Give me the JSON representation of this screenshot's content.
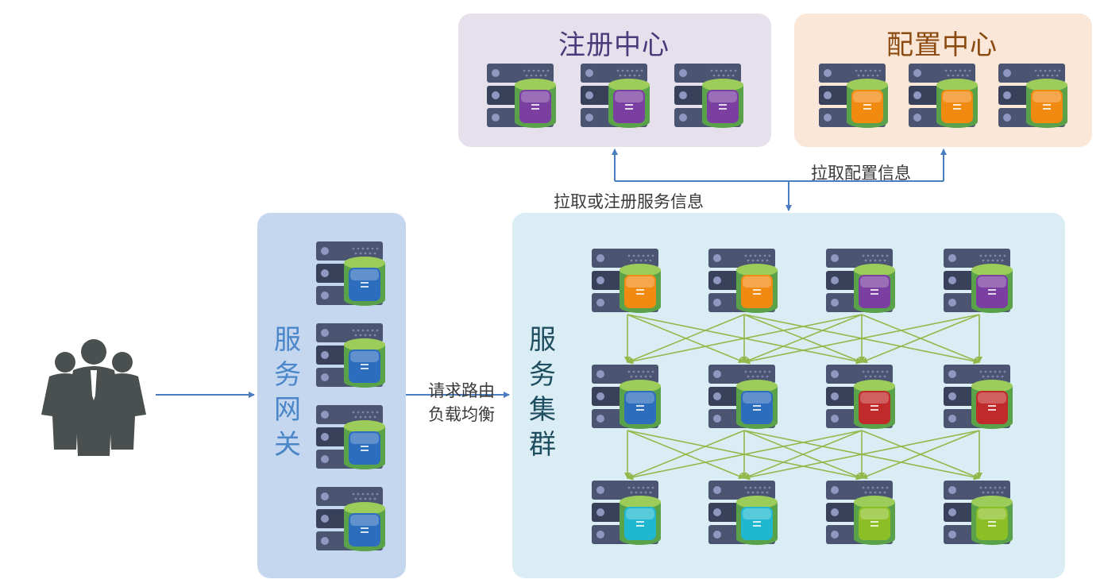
{
  "registry": {
    "title": "注册中心",
    "color": "#4a3a7a",
    "servers": [
      {
        "c": "purple"
      },
      {
        "c": "purple"
      },
      {
        "c": "purple"
      }
    ]
  },
  "config_center": {
    "title": "配置中心",
    "color": "#8a4a10",
    "servers": [
      {
        "c": "orange"
      },
      {
        "c": "orange"
      },
      {
        "c": "orange"
      }
    ]
  },
  "gateway": {
    "title": "服务网关",
    "color": "#4a86c8",
    "servers": [
      {
        "c": "blue"
      },
      {
        "c": "blue"
      },
      {
        "c": "blue"
      },
      {
        "c": "blue"
      }
    ]
  },
  "cluster": {
    "title": "服务集群",
    "color": "#1f4e60",
    "rows": [
      [
        "orange",
        "orange",
        "purple",
        "purple"
      ],
      [
        "blue",
        "blue",
        "red",
        "red"
      ],
      [
        "cyan",
        "cyan",
        "lime",
        "lime"
      ]
    ]
  },
  "labels": {
    "pull_config": "拉取配置信息",
    "pull_register": "拉取或注册服务信息",
    "request_routing": "请求路由",
    "load_balance": "负载均衡"
  },
  "icons": {
    "users": "users-group-icon",
    "server": "server-rack-icon",
    "database": "database-cylinder-icon"
  },
  "colors": {
    "arrow_blue": "#4a7cc0",
    "arrow_green": "#92b84a",
    "purple": "#7a3fa0",
    "orange": "#f08a10",
    "blue": "#2d6dbd",
    "red": "#c12a2a",
    "cyan": "#1fb8d0",
    "lime": "#8cbf26"
  }
}
